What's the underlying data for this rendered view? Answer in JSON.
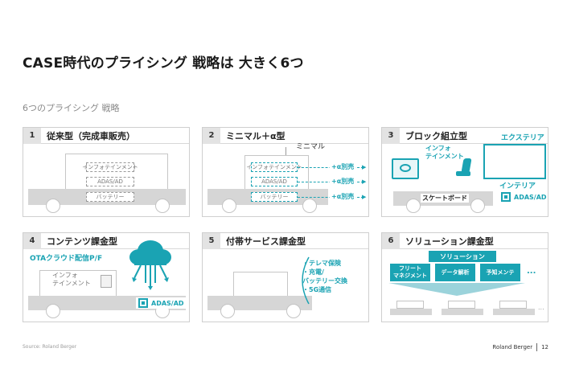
{
  "title": "CASE時代のプライシング 戦略は 大きく6つ",
  "subtitle": "6つのプライシング 戦略",
  "panels": [
    {
      "num": "1",
      "title": "従来型（完成車販売）",
      "boxes": [
        "インフォテインメント",
        "ADAS/AD",
        "バッテリー"
      ]
    },
    {
      "num": "2",
      "title": "ミニマル＋α型",
      "label_minimal": "ミニマル",
      "boxes": [
        "インフォテインメント",
        "ADAS/AD",
        "バッテリー"
      ],
      "extras": [
        "+α別売",
        "+α別売",
        "+α別売"
      ]
    },
    {
      "num": "3",
      "title": "ブロック組立型",
      "exterior": "エクステリア",
      "infotainment": "インフォ\nテインメント",
      "interior": "インテリア",
      "skateboard": "スケートボード",
      "adas": "ADAS/AD"
    },
    {
      "num": "4",
      "title": "コンテンツ課金型",
      "ota": "OTAクラウド配信P/F",
      "infotainment": "インフォ\nテインメント",
      "adas": "ADAS/AD"
    },
    {
      "num": "5",
      "title": "付帯サービス課金型",
      "services": [
        "テレマ保険",
        "充電/\nバッテリー交換",
        "5G通信"
      ]
    },
    {
      "num": "6",
      "title": "ソリューション課金型",
      "solution": "ソリューション",
      "items": [
        "フリート\nマネジメント",
        "データ解析",
        "予知メンテ"
      ],
      "dots": "..."
    }
  ],
  "footer": {
    "source": "Source: Roland Berger",
    "brand": "Roland Berger",
    "page": "12"
  },
  "colors": {
    "accent": "#1aa3b3",
    "gray": "#d6d6d6"
  }
}
